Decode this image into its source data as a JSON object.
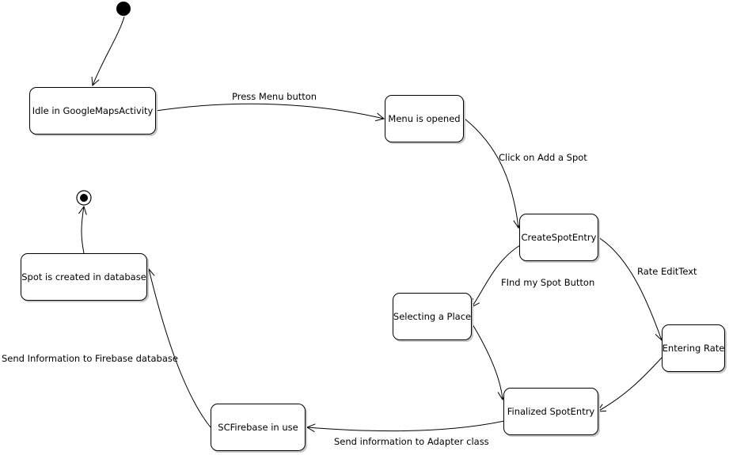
{
  "states": {
    "idle": "Idle in GoogleMapsActivity",
    "menu_opened": "Menu is opened",
    "create_spot_entry": "CreateSpotEntry",
    "selecting_place": "Selecting a Place",
    "entering_rate": "Entering Rate",
    "finalized_spot_entry": "Finalized SpotEntry",
    "scfirebase_in_use": "SCFirebase in use",
    "spot_created": "Spot is created in database"
  },
  "transitions": {
    "press_menu": "Press Menu button",
    "click_add_spot": "Click on Add a Spot",
    "find_my_spot": "FInd my Spot Button",
    "rate_edittext": "Rate EditText",
    "send_to_adapter": "Send information to Adapter class",
    "send_to_firebase": "Send Information to Firebase database"
  }
}
